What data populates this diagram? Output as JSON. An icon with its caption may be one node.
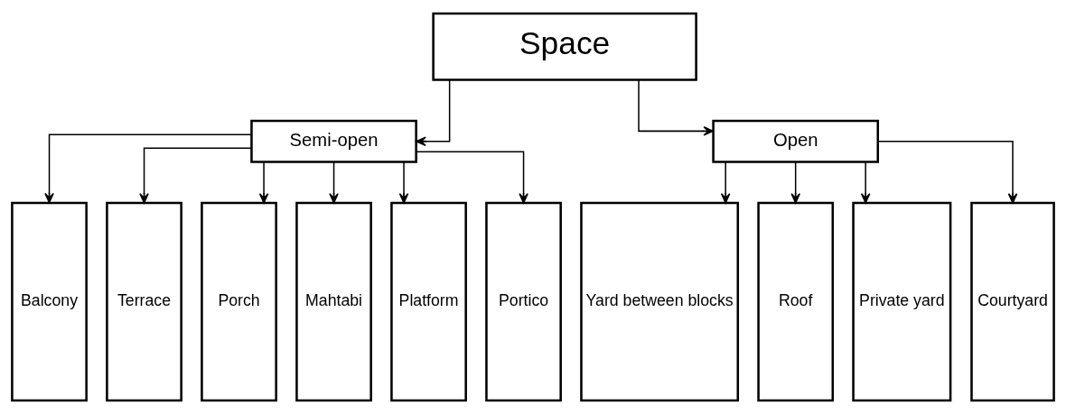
{
  "diagram": {
    "nodes": [
      {
        "text": [
          "Space"
        ]
      },
      {
        "text": [
          "Semi-open"
        ]
      },
      {
        "text": [
          "Open"
        ]
      },
      {
        "text": [
          "Balcony"
        ]
      },
      {
        "text": [
          "Terrace"
        ]
      },
      {
        "text": [
          "Porch"
        ]
      },
      {
        "text": [
          "Mahtabi"
        ]
      },
      {
        "text": [
          "Platform"
        ]
      },
      {
        "text": [
          "Portico"
        ]
      },
      {
        "text": [
          "Yard between blocks"
        ]
      },
      {
        "text": [
          "Roof"
        ]
      },
      {
        "text": [
          "Private yard"
        ]
      },
      {
        "text": [
          "Courtyard"
        ]
      }
    ],
    "edges": [
      {
        "from": 0,
        "to": 1,
        "arrow": "to"
      },
      {
        "from": 0,
        "to": 2,
        "arrow": "to"
      },
      {
        "from": 1,
        "to": 3,
        "arrow": "to"
      },
      {
        "from": 1,
        "to": 4,
        "arrow": "to"
      },
      {
        "from": 1,
        "to": 5,
        "arrow": "to"
      },
      {
        "from": 1,
        "to": 6,
        "arrow": "to"
      },
      {
        "from": 1,
        "to": 7,
        "arrow": "to"
      },
      {
        "from": 1,
        "to": 8,
        "arrow": "to"
      },
      {
        "from": 2,
        "to": 9,
        "arrow": "to"
      },
      {
        "from": 2,
        "to": 10,
        "arrow": "to"
      },
      {
        "from": 2,
        "to": 11,
        "arrow": "to"
      },
      {
        "from": 2,
        "to": 12,
        "arrow": "to"
      }
    ]
  }
}
